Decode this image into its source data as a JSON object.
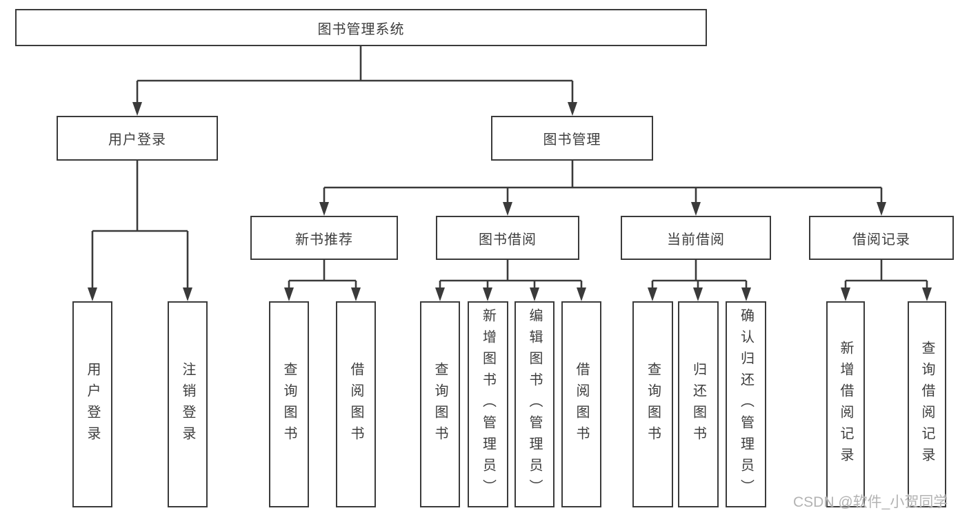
{
  "diagram": {
    "root": {
      "label": "图书管理系统"
    },
    "branches": [
      {
        "label": "用户登录",
        "children": [
          {
            "label": "用户登录"
          },
          {
            "label": "注销登录"
          }
        ]
      },
      {
        "label": "图书管理",
        "groups": [
          {
            "label": "新书推荐",
            "children": [
              {
                "label": "查询图书"
              },
              {
                "label": "借阅图书"
              }
            ]
          },
          {
            "label": "图书借阅",
            "children": [
              {
                "label": "查询图书"
              },
              {
                "label": "新增图书（管理员）"
              },
              {
                "label": "编辑图书（管理员）"
              },
              {
                "label": "借阅图书"
              }
            ]
          },
          {
            "label": "当前借阅",
            "children": [
              {
                "label": "查询图书"
              },
              {
                "label": "归还图书"
              },
              {
                "label": "确认归还（管理员）"
              }
            ]
          },
          {
            "label": "借阅记录",
            "children": [
              {
                "label": "新增借阅记录"
              },
              {
                "label": "查询借阅记录"
              }
            ]
          }
        ]
      }
    ]
  },
  "watermark": {
    "text": "CSDN @软件_小贺同学"
  },
  "colors": {
    "line": "#3a3a3a",
    "box_border": "#3a3a3a",
    "box_fill": "#ffffff",
    "text": "#3d3d3d",
    "watermark": "#b3b3b3",
    "background": "#ffffff"
  }
}
